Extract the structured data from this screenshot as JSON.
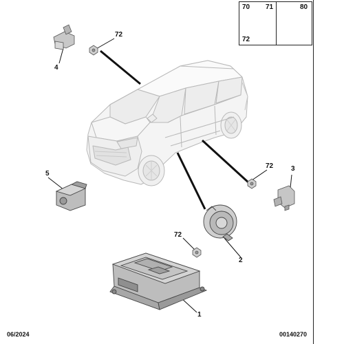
{
  "callouts": {
    "c4": "4",
    "c72_top": "72",
    "c5": "5",
    "c72_right": "72",
    "c3": "3",
    "c2": "2",
    "c72_bottom": "72",
    "c1": "1"
  },
  "inset": {
    "n70": "70",
    "n71": "71",
    "n72": "72",
    "n80": "80"
  },
  "footer": {
    "date": "06/2024",
    "ref": "00140270"
  }
}
